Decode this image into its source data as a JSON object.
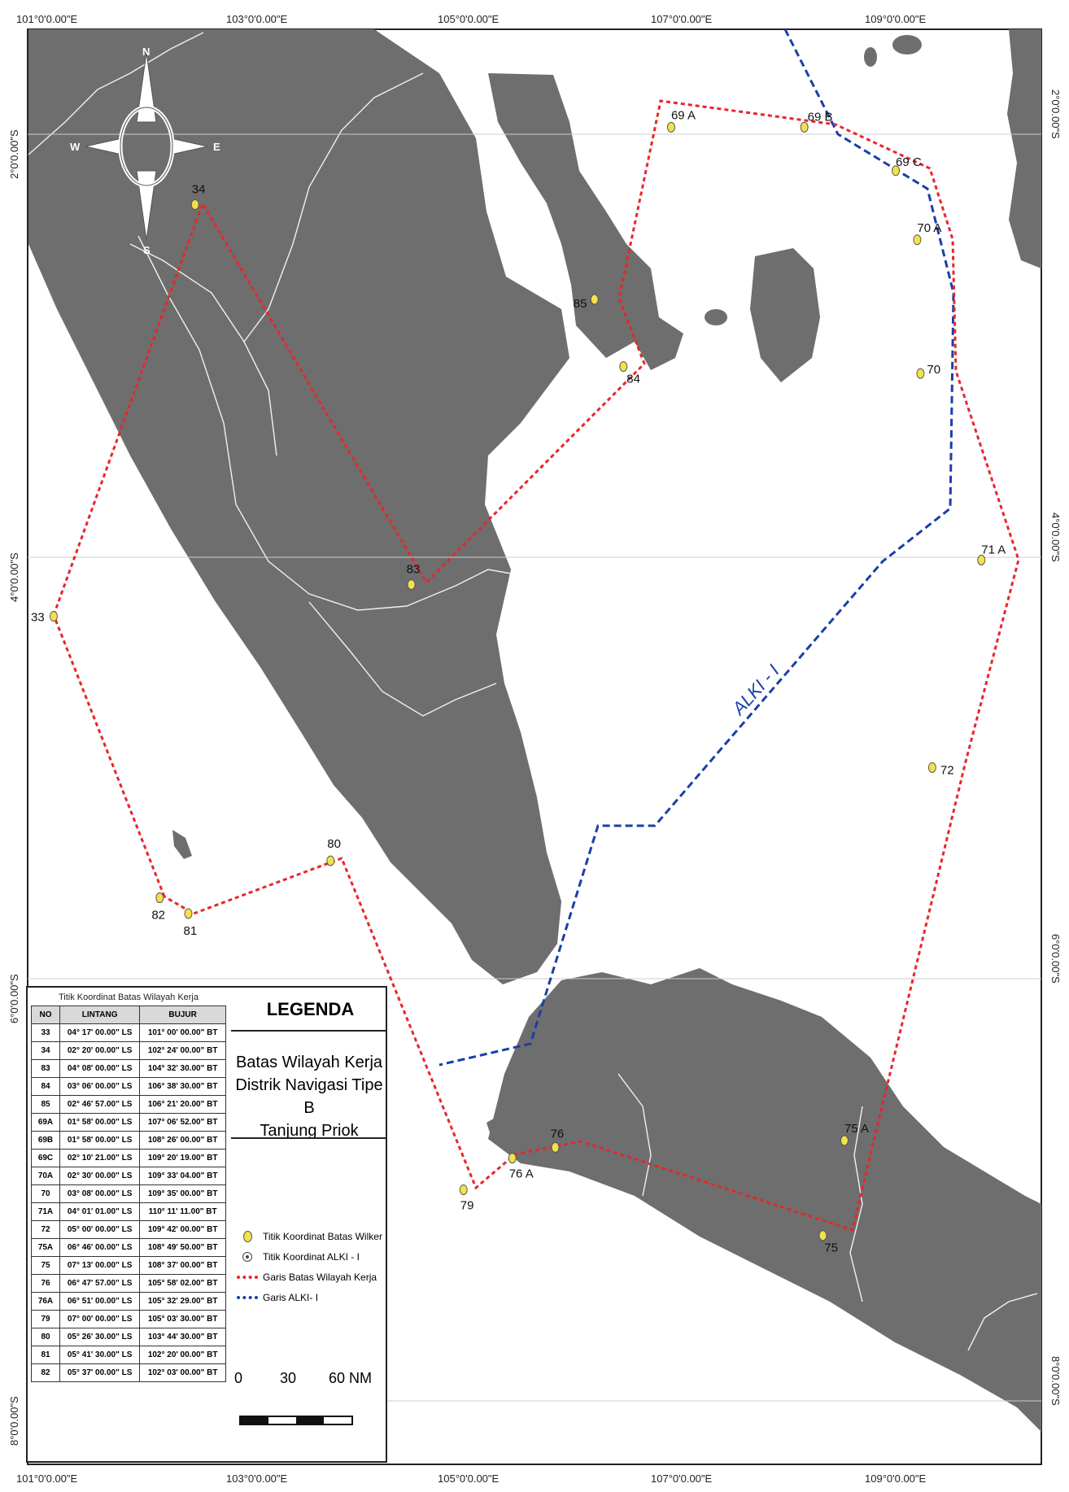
{
  "map": {
    "longitude_labels": [
      "101°0'0.00\"E",
      "103°0'0.00\"E",
      "105°0'0.00\"E",
      "107°0'0.00\"E",
      "109°0'0.00\"E"
    ],
    "latitude_labels": [
      "2°0'0.00\"S",
      "4°0'0.00\"S",
      "6°0'0.00\"S",
      "8°0'0.00\"S"
    ],
    "compass": {
      "n": "N",
      "s": "S",
      "e": "E",
      "w": "W"
    },
    "alki_label": "ALKI - I",
    "colors": {
      "land": "#6e6e6e",
      "sea": "#ffffff",
      "boundary_line": "#e8262b",
      "alki_line": "#1a3fa8",
      "point_fill": "#f2e24a"
    },
    "points": [
      {
        "id": "33",
        "lat": "04° 17' 00.00\" LS",
        "lon": "101° 00' 00.00\" BT"
      },
      {
        "id": "34",
        "lat": "02° 20' 00.00\" LS",
        "lon": "102° 24' 00.00\" BT"
      },
      {
        "id": "83",
        "lat": "04° 08' 00.00\" LS",
        "lon": "104° 32' 30.00\" BT"
      },
      {
        "id": "84",
        "lat": "03° 06' 00.00\" LS",
        "lon": "106° 38' 30.00\" BT"
      },
      {
        "id": "85",
        "lat": "02° 46' 57.00\" LS",
        "lon": "106° 21' 20.00\" BT"
      },
      {
        "id": "69 A",
        "lat": "01° 58' 00.00\" LS",
        "lon": "107° 06' 52.00\" BT"
      },
      {
        "id": "69 B",
        "lat": "01° 58' 00.00\" LS",
        "lon": "108° 26' 00.00\" BT"
      },
      {
        "id": "69 C",
        "lat": "02° 10' 21.00\" LS",
        "lon": "109° 20' 19.00\" BT"
      },
      {
        "id": "70 A",
        "lat": "02° 30' 00.00\" LS",
        "lon": "109° 33' 04.00\" BT"
      },
      {
        "id": "70",
        "lat": "03° 08' 00.00\" LS",
        "lon": "109° 35' 00.00\" BT"
      },
      {
        "id": "71 A",
        "lat": "04° 01' 01.00\" LS",
        "lon": "110° 11' 11.00\" BT"
      },
      {
        "id": "72",
        "lat": "05° 00' 00.00\" LS",
        "lon": "109° 42' 00.00\" BT"
      },
      {
        "id": "75 A",
        "lat": "06° 46' 00.00\" LS",
        "lon": "108° 49' 50.00\" BT"
      },
      {
        "id": "75",
        "lat": "07° 13' 00.00\" LS",
        "lon": "108° 37' 00.00\" BT"
      },
      {
        "id": "76",
        "lat": "06° 47' 57.00\" LS",
        "lon": "105° 58' 02.00\" BT"
      },
      {
        "id": "76 A",
        "lat": "06° 51' 00.00\" LS",
        "lon": "105° 32' 29.00\" BT"
      },
      {
        "id": "79",
        "lat": "07° 00' 00.00\" LS",
        "lon": "105° 03' 30.00\" BT"
      },
      {
        "id": "80",
        "lat": "05° 26' 30.00\" LS",
        "lon": "103° 44' 30.00\" BT"
      },
      {
        "id": "81",
        "lat": "05° 41' 30.00\" LS",
        "lon": "102° 20' 00.00\" BT"
      },
      {
        "id": "82",
        "lat": "05° 37' 00.00\" LS",
        "lon": "102° 03' 00.00\" BT"
      }
    ]
  },
  "table": {
    "title": "Titik Koordinat Batas Wilayah Kerja",
    "headers": [
      "NO",
      "LINTANG",
      "BUJUR"
    ],
    "rows": [
      [
        "33",
        "04° 17' 00.00\" LS",
        "101° 00' 00.00\" BT"
      ],
      [
        "34",
        "02° 20' 00.00\" LS",
        "102° 24' 00.00\" BT"
      ],
      [
        "83",
        "04° 08' 00.00\" LS",
        "104° 32' 30.00\" BT"
      ],
      [
        "84",
        "03° 06' 00.00\" LS",
        "106° 38' 30.00\" BT"
      ],
      [
        "85",
        "02° 46' 57.00\" LS",
        "106° 21' 20.00\" BT"
      ],
      [
        "69A",
        "01° 58' 00.00\" LS",
        "107° 06' 52.00\" BT"
      ],
      [
        "69B",
        "01° 58' 00.00\" LS",
        "108° 26' 00.00\" BT"
      ],
      [
        "69C",
        "02° 10' 21.00\" LS",
        "109° 20' 19.00\" BT"
      ],
      [
        "70A",
        "02° 30' 00.00\" LS",
        "109° 33' 04.00\" BT"
      ],
      [
        "70",
        "03° 08' 00.00\" LS",
        "109° 35' 00.00\" BT"
      ],
      [
        "71A",
        "04° 01' 01.00\" LS",
        "110° 11' 11.00\" BT"
      ],
      [
        "72",
        "05° 00' 00.00\" LS",
        "109° 42' 00.00\" BT"
      ],
      [
        "75A",
        "06° 46' 00.00\" LS",
        "108° 49' 50.00\" BT"
      ],
      [
        "75",
        "07° 13' 00.00\" LS",
        "108° 37' 00.00\" BT"
      ],
      [
        "76",
        "06° 47' 57.00\" LS",
        "105° 58' 02.00\" BT"
      ],
      [
        "76A",
        "06° 51' 00.00\" LS",
        "105° 32' 29.00\" BT"
      ],
      [
        "79",
        "07° 00' 00.00\" LS",
        "105° 03' 30.00\" BT"
      ],
      [
        "80",
        "05° 26' 30.00\" LS",
        "103° 44' 30.00\" BT"
      ],
      [
        "81",
        "05° 41' 30.00\" LS",
        "102° 20' 00.00\" BT"
      ],
      [
        "82",
        "05° 37' 00.00\" LS",
        "102° 03' 00.00\" BT"
      ]
    ]
  },
  "legend": {
    "title": "LEGENDA",
    "description_lines": [
      "Batas Wilayah Kerja",
      "Distrik Navigasi Tipe B",
      "Tanjung Priok"
    ],
    "items": [
      {
        "label": "Titik Koordinat Batas Wilker",
        "symbol": "yellow-point"
      },
      {
        "label": "Titik Koordinat ALKI - I",
        "symbol": "alki-point"
      },
      {
        "label": "Garis Batas Wilayah Kerja",
        "symbol": "red-dotted-line"
      },
      {
        "label": "Garis ALKI- I",
        "symbol": "blue-dotted-line"
      }
    ],
    "scale": {
      "labels": [
        "0",
        "30",
        "60 NM"
      ]
    }
  }
}
